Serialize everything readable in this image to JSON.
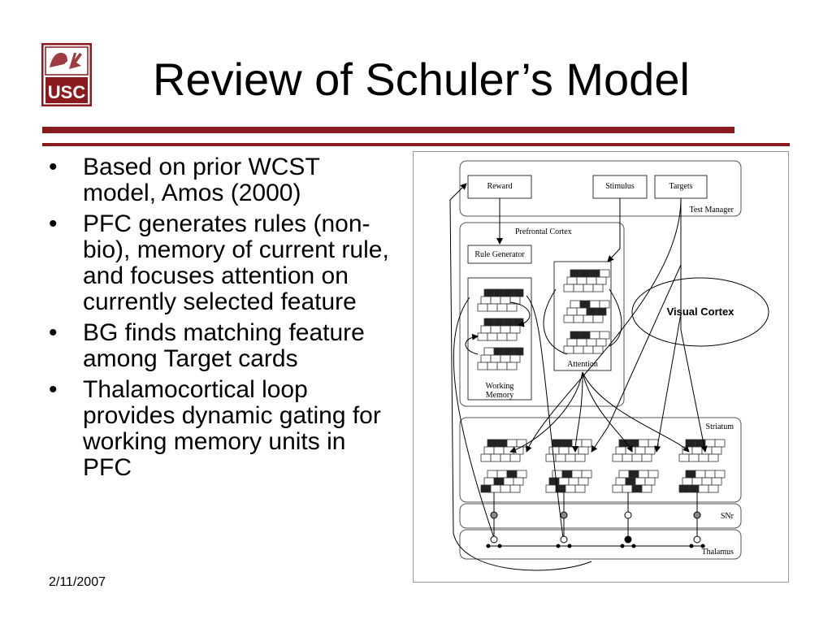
{
  "slide": {
    "title": "Review of Schuler’s Model",
    "date": "2/11/2007",
    "brand_color": "#8b1a1e",
    "logo_text": "USC",
    "bullets": [
      "Based on prior WCST model, Amos (2000)",
      "PFC generates rules (non-bio), memory of current rule, and focuses attention on currently selected feature",
      "BG finds matching feature among Target cards",
      "Thalamocortical loop provides dynamic gating for working memory units in PFC"
    ]
  },
  "diagram": {
    "labels": {
      "reward": "Reward",
      "stimulus": "Stimulus",
      "targets": "Targets",
      "test_manager": "Test Manager",
      "prefrontal_cortex": "Prefrontal Cortex",
      "rule_generator": "Rule Generator",
      "working_memory_line1": "Working",
      "working_memory_line2": "Memory",
      "attention": "Attention",
      "visual_cortex": "Visual Cortex",
      "striatum": "Striatum",
      "snr": "SNr",
      "thalamus": "Thalamus"
    }
  }
}
